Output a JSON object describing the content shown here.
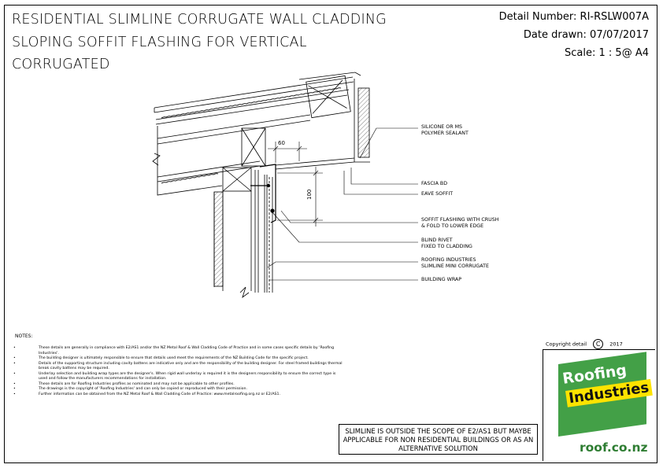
{
  "title": {
    "lines": [
      "RESIDENTIAL SLIMLINE CORRUGATE WALL CLADDING",
      "SLOPING SOFFIT FLASHING FOR VERTICAL",
      "CORRUGATED"
    ]
  },
  "meta": {
    "detail_number": "Detail Number:  RI-RSLW007A",
    "date_drawn": "Date drawn:  07/07/2017",
    "scale": "Scale:  1 : 5@ A4"
  },
  "dimensions": {
    "horizontal": "60",
    "vertical": "100"
  },
  "callouts": [
    "SILICONE OR MS\nPOLYMER SEALANT",
    "FASCIA BD",
    "EAVE SOFFIT",
    "SOFFIT FLASHING WITH CRUSH\n& FOLD TO LOWER EDGE",
    "BLIND RIVET\nFIXED TO CLADDING",
    "ROOFING INDUSTRIES\nSLIMLINE MINI CORRUGATE",
    "BUILDING WRAP"
  ],
  "notes": {
    "heading": "NOTES:",
    "items": [
      "These details are generally in compliance with E2/AS1 and/or the NZ Metal Roof & Wall Cladding Code of Practice and in some cases specific details by 'Roofing Industries'.",
      "The building designer is ultimately responsible to ensure that details used meet the requirements of the NZ Building Code for the specific project.",
      "Details of the supporting structure including cavity battens are indicative only and are the responsibility of the building designer. For steel framed buildings thermal break cavity battens may be required.",
      "Underlay selection and building wrap types are the designer's. When rigid wall underlay is required it is the designers responsibility to ensure the correct type is used and follow the manufacturers recommendations for installation.",
      "These details are for Roofing Industries profiles as nominated and may not be applicable to other profiles.",
      "The drawings is the copyright of 'Roofing Industries' and can only be copied or reproduced with their permission.",
      "Further information can be obtained from the NZ Metal Roof & Wall Cladding Code of Practice: www.metalroofing.org.nz or E2/AS1."
    ]
  },
  "scope_notice": "SLIMLINE IS OUTSIDE THE SCOPE OF E2/AS1 BUT MAYBE APPLICABLE FOR NON RESIDENTIAL BUILDINGS OR AS AN ALTERNATIVE SOLUTION",
  "copyright": {
    "label": "Copyright detail",
    "symbol": "C",
    "year": "2017"
  },
  "logo": {
    "word1": "Roofing",
    "word2": "Industries",
    "url": "roof.co.nz",
    "colors": {
      "green": "#43a047",
      "yellow": "#fde300",
      "url_green": "#2e7d32"
    }
  }
}
